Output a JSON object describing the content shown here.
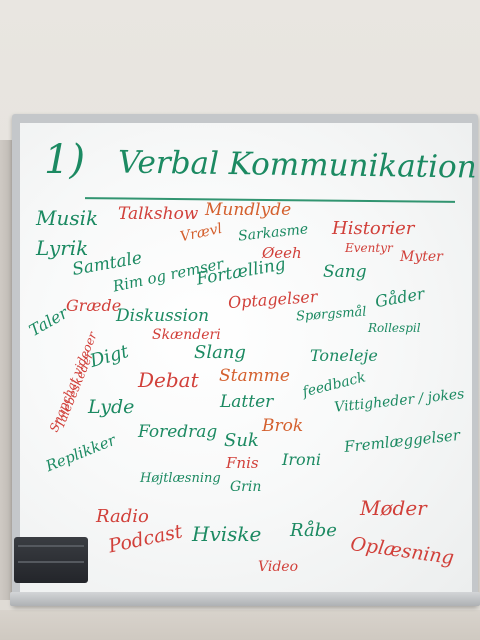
{
  "board": {
    "number": "1)",
    "title": "Verbal Kommunikation",
    "words": {
      "musik": "Musik",
      "talkshow": "Talkshow",
      "mundlyde": "Mundlyde",
      "historier": "Historier",
      "lyrik": "Lyrik",
      "vraevl": "Vrævl",
      "sarkasme": "Sarkasme",
      "eventyr": "Eventyr",
      "myter": "Myter",
      "samtale": "Samtale",
      "oeeeh": "Øeeh",
      "rim": "Rim og remser",
      "fortaelling": "Fortælling",
      "sang": "Sang",
      "optagelser": "Optagelser",
      "gaader": "Gåder",
      "taler": "Taler",
      "graede": "Græde",
      "diskussion": "Diskussion",
      "spoergsmaal": "Spørgsmål",
      "rollespil": "Rollespil",
      "skaenderi": "Skænderi",
      "snapchat": "Snapchat videoer",
      "talebeskeder": "Talebeskeder",
      "digt": "Digt",
      "slang": "Slang",
      "toneleje": "Toneleje",
      "debat": "Debat",
      "stamme": "Stamme",
      "feedback": "feedback",
      "lyde": "Lyde",
      "latter": "Latter",
      "vittigheder": "Vittigheder / jokes",
      "brok": "Brok",
      "replikker": "Replikker",
      "foredrag": "Foredrag",
      "suk": "Suk",
      "fremlaeggelser": "Fremlæggelser",
      "fnis": "Fnis",
      "ironi": "Ironi",
      "hoejtlaesning": "Højtlæsning",
      "grin": "Grin",
      "moeder": "Møder",
      "radio": "Radio",
      "podcast": "Podcast",
      "hviske": "Hviske",
      "raabe": "Råbe",
      "oplaesning": "Oplæsning",
      "video": "Video"
    }
  }
}
